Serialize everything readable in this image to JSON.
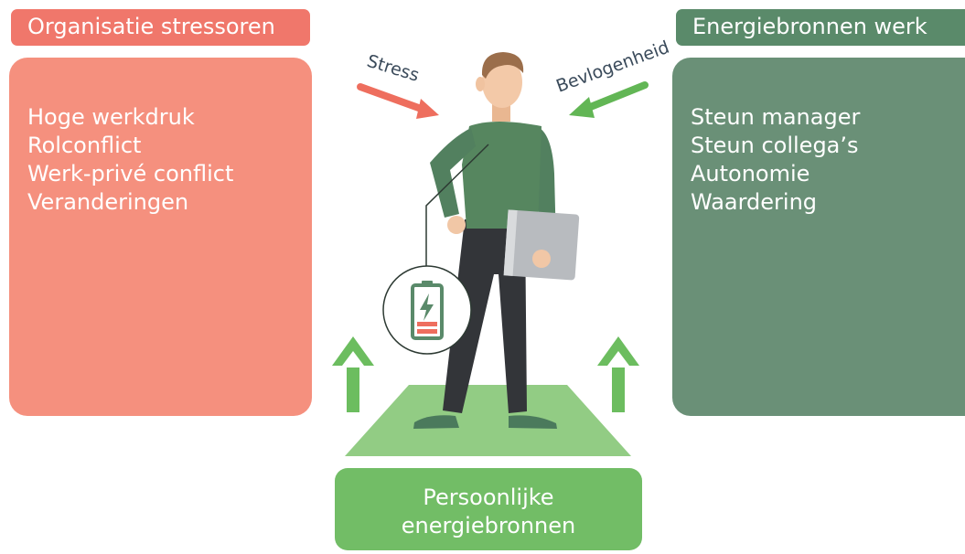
{
  "left": {
    "title": "Organisatie stressoren",
    "items": [
      "Hoge werkdruk",
      "Rolconflict",
      "Werk-privé conflict",
      "Veranderingen"
    ]
  },
  "right": {
    "title": "Energiebronnen werk",
    "items": [
      "Steun manager",
      "Steun collega’s",
      "Autonomie",
      "Waardering"
    ]
  },
  "bottom": {
    "lines": [
      "Persoonlijke",
      "energiebronnen"
    ]
  },
  "arrows": {
    "stress_label": "Stress",
    "engagement_label": "Bevlogenheid"
  },
  "colors": {
    "stressor_header": "#f0776b",
    "stressor_panel": "#f5907e",
    "resource_header": "#5a8a6a",
    "resource_panel": "#6a9077",
    "personal_box": "#72bd66",
    "platform": "#92cc84",
    "up_arrow": "#6cbd5f",
    "stress_arrow": "#ee6e5e",
    "engagement_arrow": "#62b655"
  },
  "icons": {
    "figure": "person-holding-laptop-icon",
    "battery": "charging-battery-icon"
  }
}
